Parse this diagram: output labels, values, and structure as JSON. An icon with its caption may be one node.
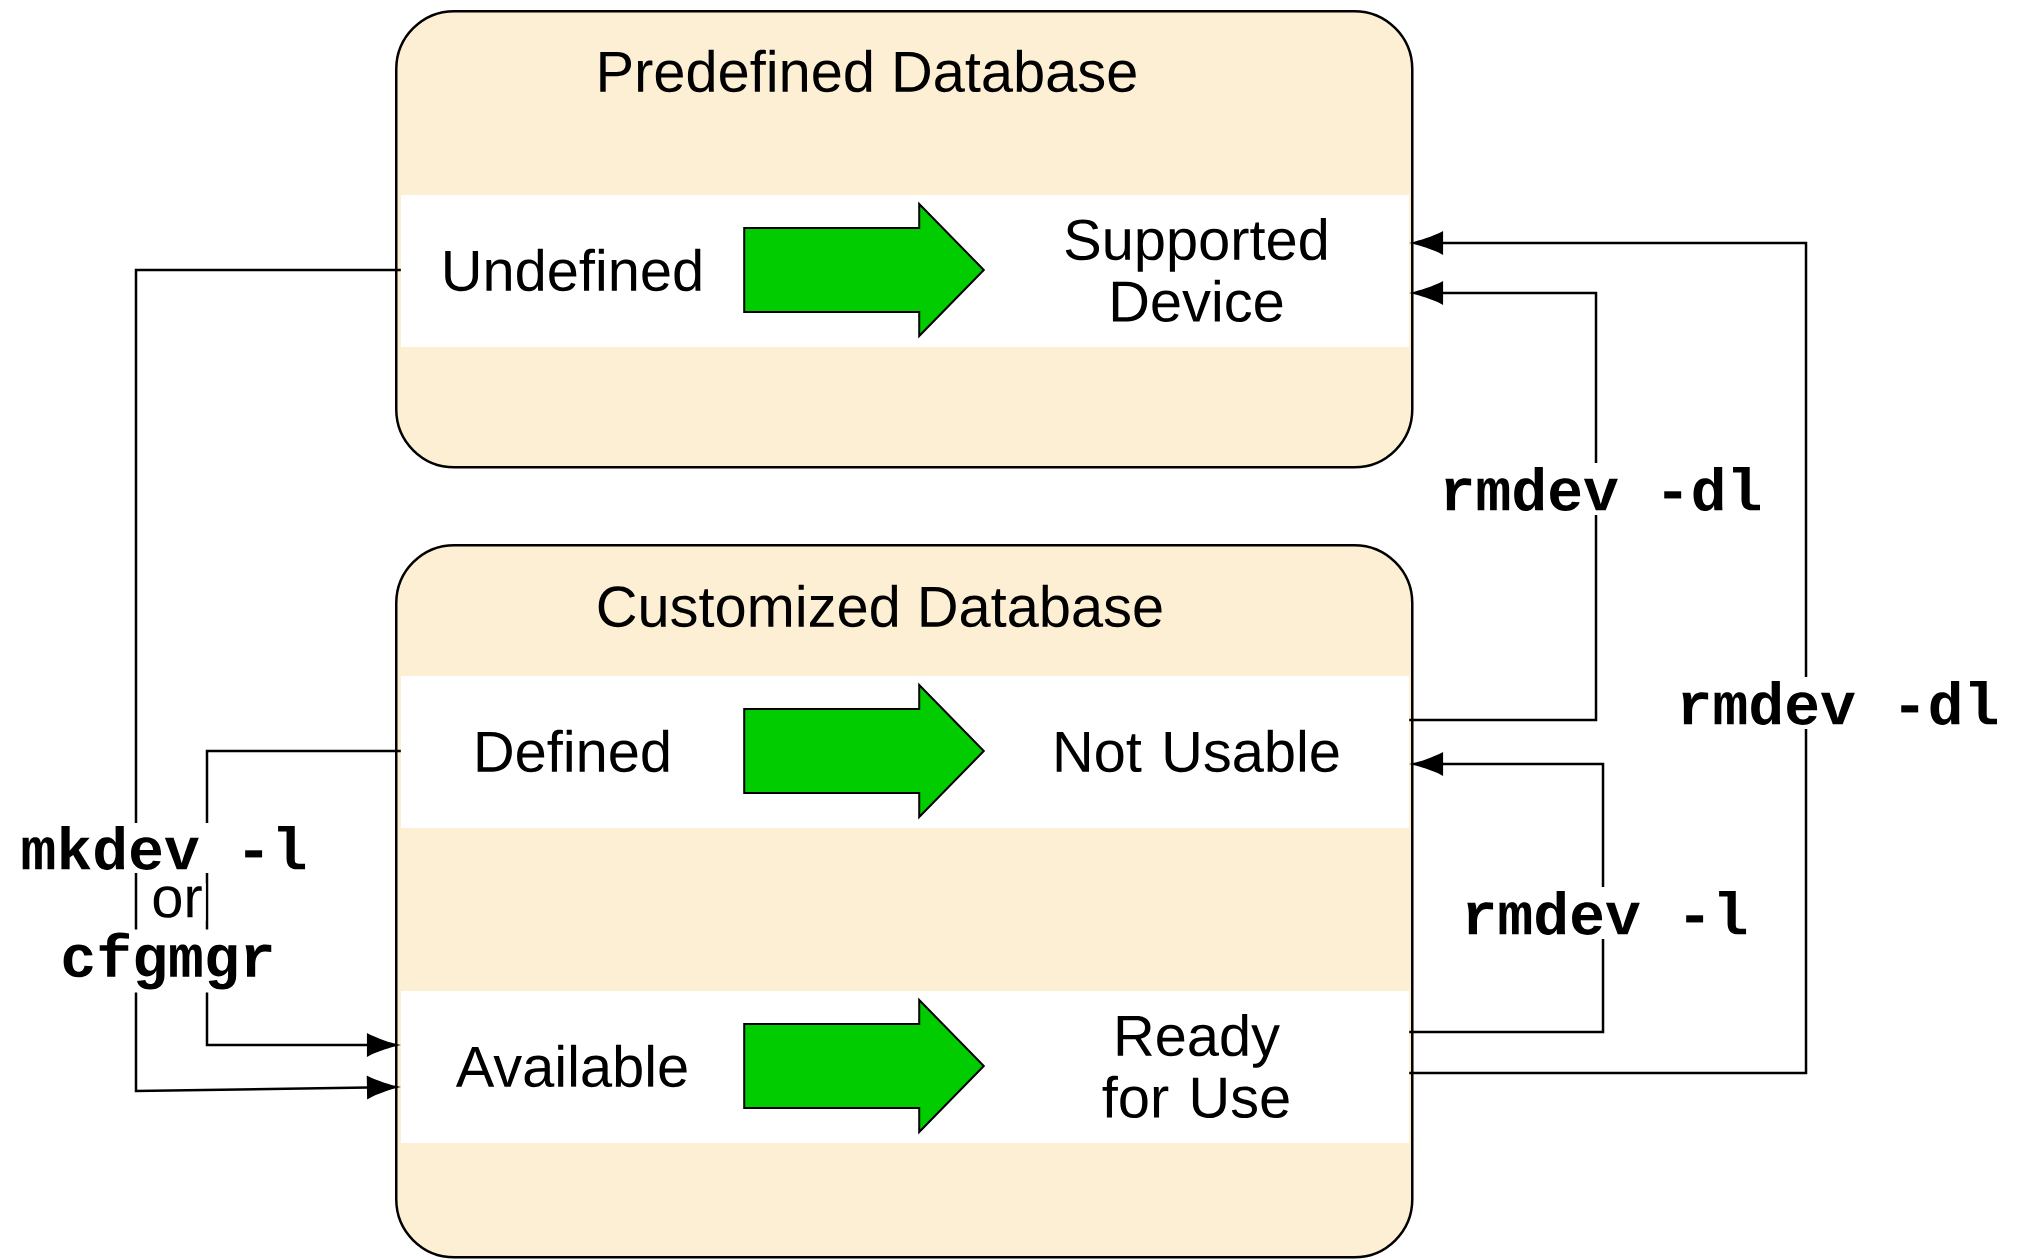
{
  "diagram": {
    "nodes": [
      {
        "text": [
          "Predefined Database"
        ]
      },
      {
        "text": [
          "Undefined"
        ],
        "in": 0
      },
      {
        "text": [
          "Supported Device"
        ],
        "in": 0
      },
      {
        "text": [
          "Customized Database"
        ]
      },
      {
        "text": [
          "Defined"
        ],
        "in": 3
      },
      {
        "text": [
          "Not Usable"
        ],
        "in": 3
      },
      {
        "text": [
          "Available"
        ],
        "in": 3
      },
      {
        "text": [
          "Ready for Use"
        ],
        "in": 3
      }
    ],
    "edges": [
      {
        "from": 1,
        "to": 2,
        "arrow": "to",
        "style": "thick",
        "color": "#00cc00"
      },
      {
        "from": 4,
        "to": 5,
        "arrow": "to",
        "style": "thick",
        "color": "#00cc00"
      },
      {
        "from": 6,
        "to": 7,
        "arrow": "to",
        "style": "thick",
        "color": "#00cc00"
      },
      {
        "from": 1,
        "to": 6,
        "arrow": "to"
      },
      {
        "from": 4,
        "to": 6,
        "arrow": "to"
      },
      {
        "from": 5,
        "to": 2,
        "arrow": "to",
        "label": "rmdev -dl"
      },
      {
        "from": 7,
        "to": 2,
        "arrow": "to",
        "label": "rmdev -dl"
      },
      {
        "from": 7,
        "to": 5,
        "arrow": "to",
        "label": "rmdev -l"
      }
    ],
    "labels": [
      "mkdev -l",
      "or",
      "cfgmgr"
    ]
  }
}
